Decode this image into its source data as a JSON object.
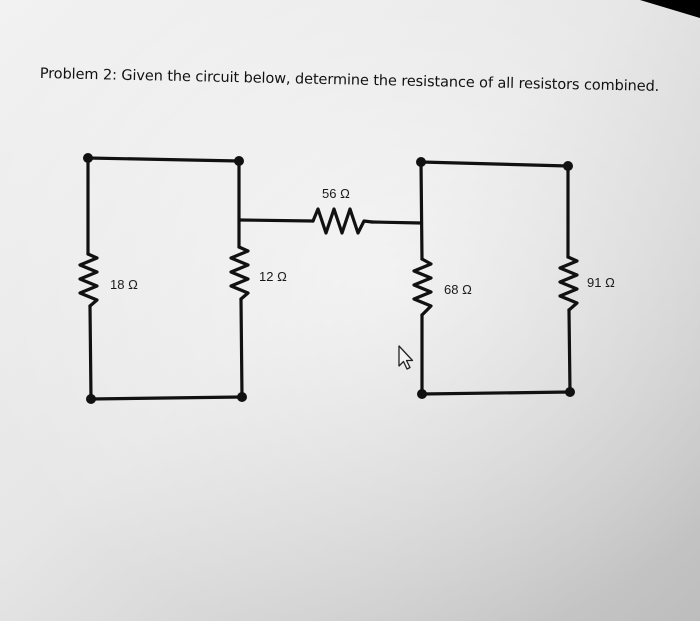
{
  "problem": {
    "text": "Problem 2: Given the circuit below, determine the resistance of all resistors combined."
  },
  "resistors": [
    {
      "id": "r56",
      "label": "56 Ω",
      "ohms": 56
    },
    {
      "id": "r18",
      "label": "18 Ω",
      "ohms": 18
    },
    {
      "id": "r12",
      "label": "12 Ω",
      "ohms": 12
    },
    {
      "id": "r68",
      "label": "68 Ω",
      "ohms": 68
    },
    {
      "id": "r91",
      "label": "91 Ω",
      "ohms": 91
    }
  ],
  "colors": {
    "wire": "#111111",
    "text": "#1a1a1a"
  },
  "icons": {
    "cursor": "mouse-pointer-icon"
  }
}
